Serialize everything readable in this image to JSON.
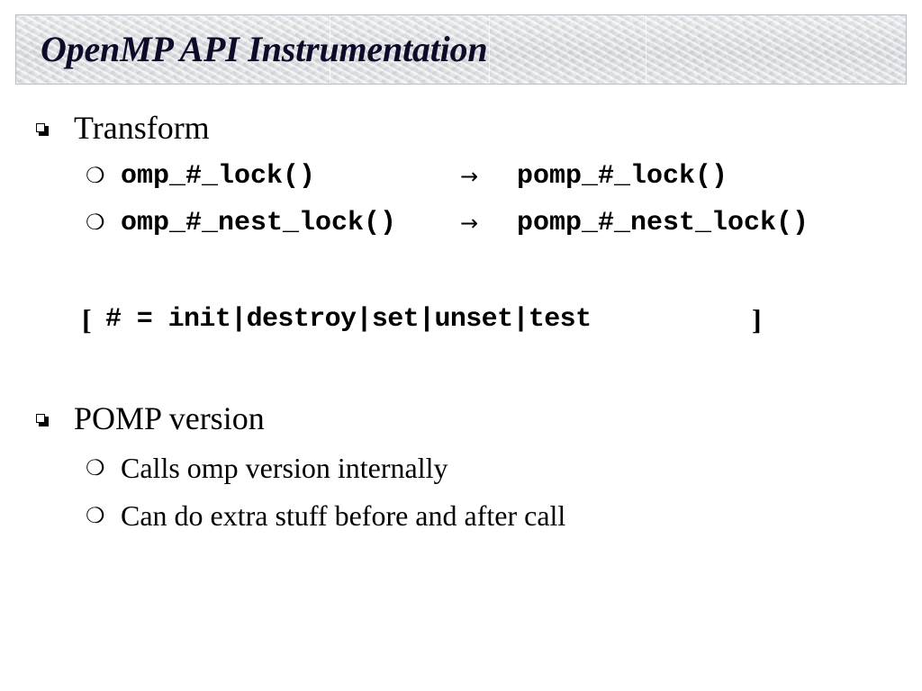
{
  "title": "OpenMP API Instrumentation",
  "colors": {
    "title_text": "#0c0c2a",
    "body_text": "#000000",
    "title_background": "marble-gray"
  },
  "icons": {
    "level1_bullet": "shadowed-square-bullet-icon",
    "level2_bullet": "circle-bullet-icon",
    "arrow": "right-arrow-icon"
  },
  "sections": [
    {
      "heading": "Transform",
      "mappings": [
        {
          "from": "omp_#_lock()",
          "arrow": "→",
          "to": "pomp_#_lock()"
        },
        {
          "from": "omp_#_nest_lock()",
          "arrow": "→",
          "to": "pomp_#_nest_lock()"
        }
      ],
      "note": {
        "open": "[",
        "code": "# = init|destroy|set|unset|test",
        "close": "]"
      }
    },
    {
      "heading": "POMP version",
      "items": [
        "Calls omp version internally",
        "Can do extra stuff before and after call"
      ]
    }
  ]
}
